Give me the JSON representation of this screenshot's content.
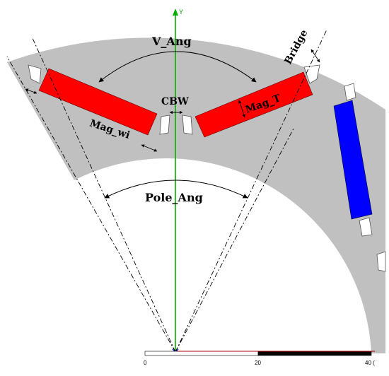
{
  "axis": {
    "y_label": "Y"
  },
  "labels": {
    "v_ang": "V_Ang",
    "bridge": "Bridge",
    "cbw": "CBW",
    "mag_t": "Mag_T",
    "mag_wi": "Mag_wi",
    "pole_ang": "Pole_Ang"
  },
  "scale_bar": {
    "ticks": [
      "0",
      "20",
      "40 ("
    ]
  },
  "colors": {
    "lamination": "#c0c0c0",
    "magnet_red": "#ff0000",
    "magnet_blue": "#0000ff",
    "axis_green": "#00b000",
    "scale_dark": "#000000",
    "scale_red": "#a00000"
  }
}
